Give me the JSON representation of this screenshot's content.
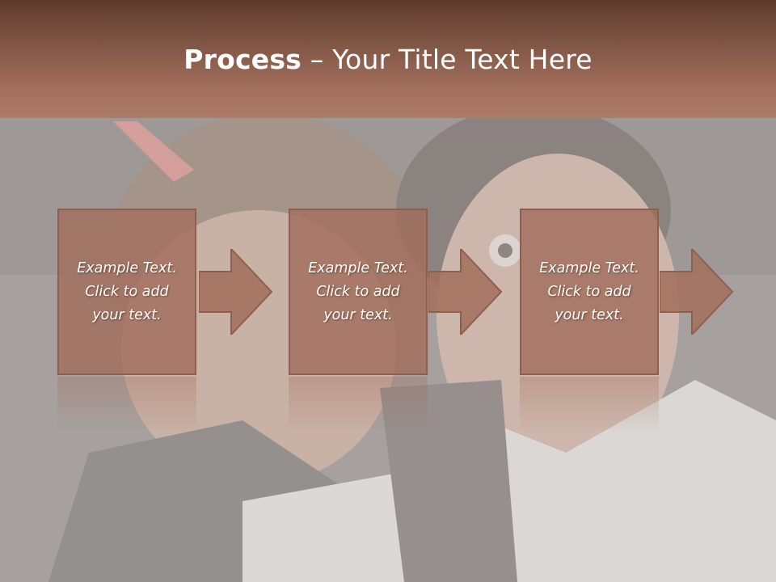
{
  "slide": {
    "title_bold": "Process",
    "title_rest": " – Your Title Text Here"
  },
  "steps": [
    {
      "text": "Example Text.\nClick  to add\nyour text."
    },
    {
      "text": "Example Text.\nClick  to add\nyour text."
    },
    {
      "text": "Example Text.\nClick  to add\nyour text."
    }
  ],
  "colors": {
    "title_band_top": "#5e3a2b",
    "title_band_bottom": "#ad7c68",
    "box_fill": "#a26e5c",
    "box_border": "#8d5f4f"
  },
  "icons": [
    "arrow-right-icon"
  ]
}
